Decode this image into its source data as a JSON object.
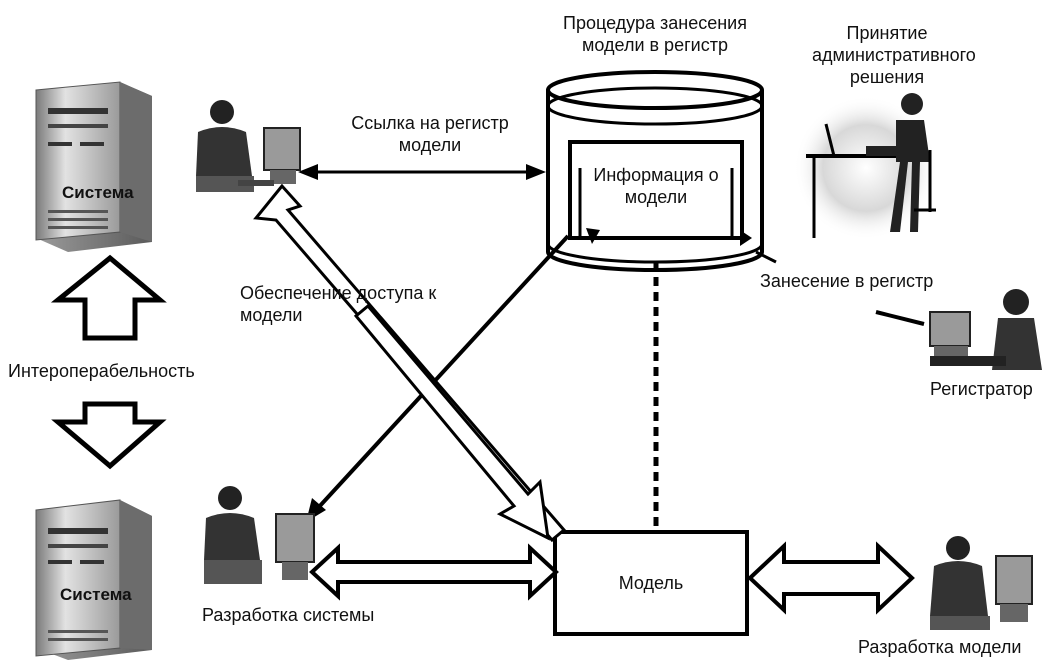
{
  "title": "",
  "colors": {
    "ink": "#000000",
    "paper": "#ffffff",
    "server_light": "#d9d9d9",
    "server_dark": "#8a8a8a"
  },
  "nodes": {
    "server_top": {
      "label": "Система"
    },
    "server_bottom": {
      "label": "Система"
    },
    "registry": {
      "title_line1": "Процедура занесения",
      "title_line2": "модели в регистр",
      "inner_line1": "Информация о",
      "inner_line2": "модели"
    },
    "model": {
      "label": "Модель"
    }
  },
  "labels": {
    "registry_link_line1": "Ссылка на регистр",
    "registry_link_line2": "модели",
    "access_line1": "Обеспечение доступа к",
    "access_line2": "модели",
    "interoperability": "Интероперабельность",
    "registration": "Занесение в регистр",
    "decision_line1": "Принятие",
    "decision_line2": "административного",
    "decision_line3": "решения",
    "registrar": "Регистратор",
    "system_dev": "Разработка системы",
    "model_dev": "Разработка модели"
  },
  "icons": [
    "server-icon",
    "person-at-computer-icon",
    "person-at-desk-icon",
    "cylinder-registry-icon"
  ]
}
